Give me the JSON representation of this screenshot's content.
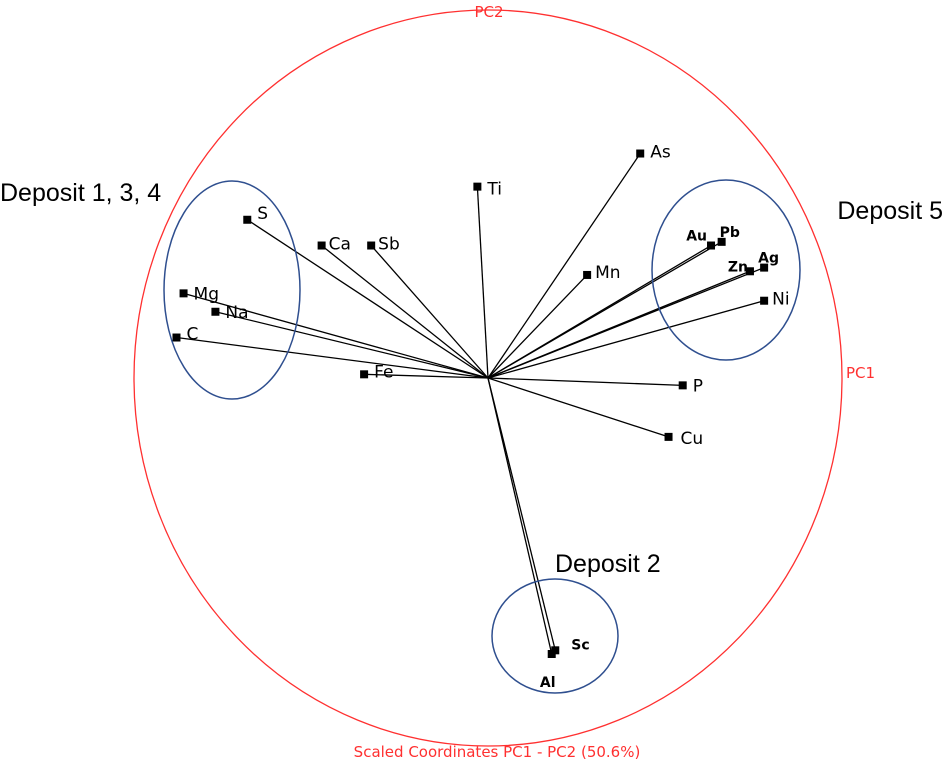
{
  "chart_data": {
    "type": "scatter",
    "subtype": "loading-plot",
    "title": "",
    "xaxis_label": "PC1",
    "yaxis_label": "PC2",
    "caption": "Scaled Coordinates PC1 - PC2 (50.6%)",
    "circle_color": "#ff3030",
    "vector_color": "#000000",
    "group_color": "#2f4f8f",
    "xlim": [
      -1,
      1
    ],
    "ylim": [
      -1,
      1
    ],
    "variables": [
      {
        "name": "As",
        "x": 0.43,
        "y": 0.61
      },
      {
        "name": "Ti",
        "x": -0.03,
        "y": 0.52
      },
      {
        "name": "S",
        "x": -0.68,
        "y": 0.43
      },
      {
        "name": "Ca",
        "x": -0.47,
        "y": 0.36
      },
      {
        "name": "Sb",
        "x": -0.33,
        "y": 0.36
      },
      {
        "name": "Mn",
        "x": 0.28,
        "y": 0.28
      },
      {
        "name": "Au",
        "x": 0.63,
        "y": 0.36
      },
      {
        "name": "Pb",
        "x": 0.66,
        "y": 0.37
      },
      {
        "name": "Zn",
        "x": 0.74,
        "y": 0.29
      },
      {
        "name": "Ag",
        "x": 0.78,
        "y": 0.3
      },
      {
        "name": "Ni",
        "x": 0.78,
        "y": 0.21
      },
      {
        "name": "Mg",
        "x": -0.86,
        "y": 0.23
      },
      {
        "name": "Na",
        "x": -0.77,
        "y": 0.18
      },
      {
        "name": "C",
        "x": -0.88,
        "y": 0.11
      },
      {
        "name": "Fe",
        "x": -0.35,
        "y": 0.01
      },
      {
        "name": "P",
        "x": 0.55,
        "y": -0.02
      },
      {
        "name": "Cu",
        "x": 0.51,
        "y": -0.16
      },
      {
        "name": "Sc",
        "x": 0.19,
        "y": -0.74
      },
      {
        "name": "Al",
        "x": 0.18,
        "y": -0.75
      }
    ],
    "groups": [
      {
        "label": "Deposit 1, 3, 4"
      },
      {
        "label": "Deposit 5"
      },
      {
        "label": "Deposit 2"
      }
    ]
  }
}
